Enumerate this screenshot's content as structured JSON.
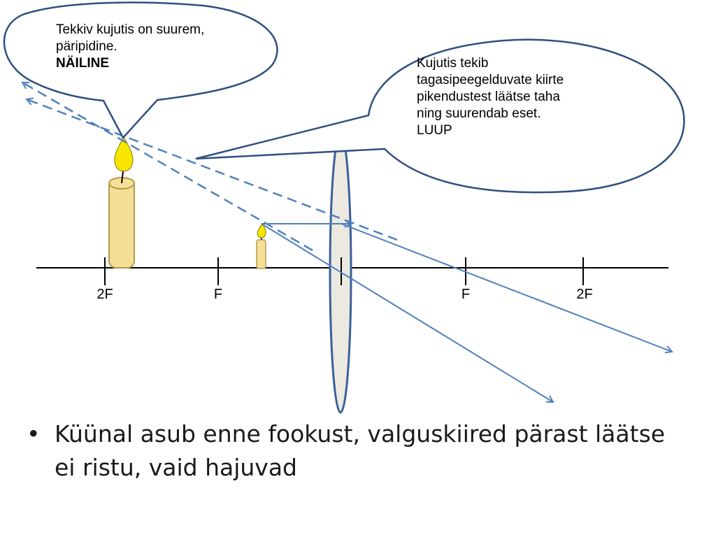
{
  "bubbles": {
    "virtual_image": {
      "line1": "Tekkiv kujutis on suurem,",
      "line2": "päripidine.",
      "line3": "NÄILINE"
    },
    "magnifier": {
      "line1": "Kujutis tekib",
      "line2": "tagasipeegelduvate kiirte",
      "line3": "pikendustest läätse taha",
      "line4": "ning suurendab eset.",
      "line5": "LUUP"
    }
  },
  "axis_labels": {
    "left_2f": "2F",
    "left_f": "F",
    "right_f": "F",
    "right_2f": "2F"
  },
  "bullet": {
    "symbol": "•",
    "text": "Küünal asub enne fookust, valguskiired pärast läätse ei ristu, vaid hajuvad"
  },
  "colors": {
    "ray": "#4f81bd",
    "bubble_border": "#2f4f7f",
    "lens_fill": "#ece9e0",
    "lens_border": "#3a5f9a",
    "candle_fill": "#f5df97",
    "candle_border": "#b59a4a",
    "flame": "#f7e600"
  }
}
